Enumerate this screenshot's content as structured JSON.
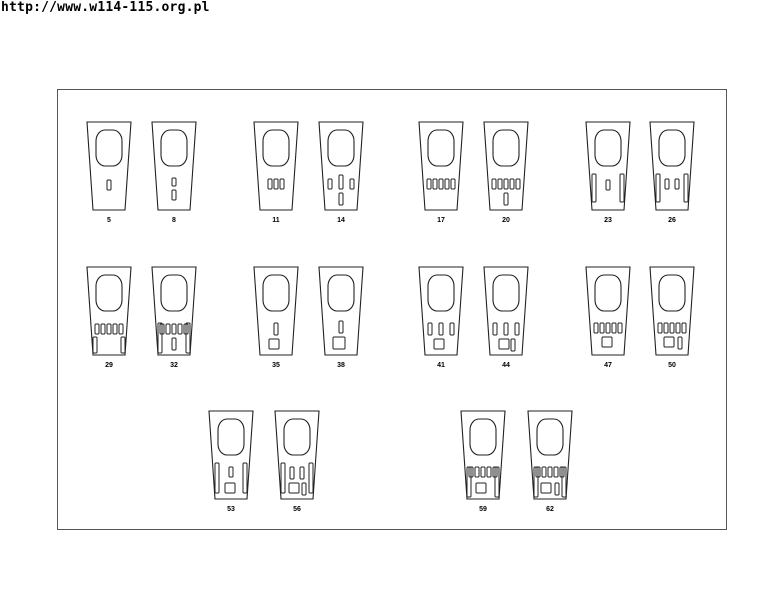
{
  "header": {
    "url": "http://www.w114-115.org.pl"
  },
  "panels": [
    {
      "label": "5",
      "layout": "one-small"
    },
    {
      "label": "8",
      "layout": "two-stacked"
    },
    {
      "label": "11",
      "layout": "three-row"
    },
    {
      "label": "14",
      "layout": "three-spread-long-mid"
    },
    {
      "label": "17",
      "layout": "five-row"
    },
    {
      "label": "20",
      "layout": "five-row-extra"
    },
    {
      "label": "23",
      "layout": "long-sides-small-mid"
    },
    {
      "label": "26",
      "layout": "long-sides-two-mid"
    },
    {
      "label": "29",
      "layout": "five-row-long-sides"
    },
    {
      "label": "32",
      "layout": "five-row-long-sides-extra"
    },
    {
      "label": "35",
      "layout": "slot-square"
    },
    {
      "label": "38",
      "layout": "slot-square-large"
    },
    {
      "label": "41",
      "layout": "three-spread-square"
    },
    {
      "label": "44",
      "layout": "three-spread-square-extra"
    },
    {
      "label": "47",
      "layout": "five-row-square"
    },
    {
      "label": "50",
      "layout": "five-row-square-extra"
    },
    {
      "label": "53",
      "layout": "long-sides-square"
    },
    {
      "label": "56",
      "layout": "long-sides-square-extra"
    },
    {
      "label": "59",
      "layout": "five-row-long-sides-square"
    },
    {
      "label": "62",
      "layout": "five-row-long-sides-square-extra"
    }
  ]
}
